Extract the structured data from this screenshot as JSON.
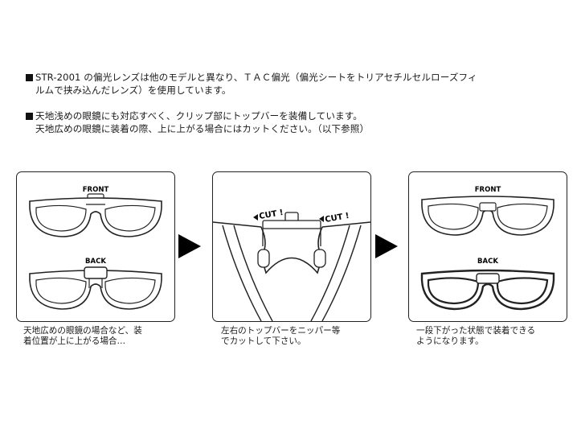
{
  "notes": {
    "note1_line1": "STR-2001 の偏光レンズは他のモデルと異なり、ＴＡＣ偏光（偏光シートをトリアセチルセルローズフィ",
    "note1_line2": "ルムで挟み込んだレンズ）を使用しています。",
    "note2_line1": "天地浅めの眼鏡にも対応すべく、クリップ部にトップバーを装備しています。",
    "note2_line2": "天地広めの眼鏡に装着の際、上に上がる場合にはカットください。（以下参照）"
  },
  "panels": {
    "left": {
      "front_label": "FRONT",
      "back_label": "BACK",
      "caption_line1": "天地広めの眼鏡の場合など、装",
      "caption_line2": "着位置が上に上がる場合…"
    },
    "middle": {
      "cut_left": "CUT !",
      "cut_right": "CUT !",
      "caption_line1": "左右のトップバーをニッパー等",
      "caption_line2": "でカットして下さい。"
    },
    "right": {
      "front_label": "FRONT",
      "back_label": "BACK",
      "caption_line1": "一段下がった状態で装着できる",
      "caption_line2": "ようになります。"
    }
  },
  "colors": {
    "ink": "#1a1a1a",
    "frame_dark": "#333333",
    "lens_fill": "#ffffff"
  },
  "icons": [
    "right-arrow-icon",
    "scissors-cut-icon"
  ]
}
